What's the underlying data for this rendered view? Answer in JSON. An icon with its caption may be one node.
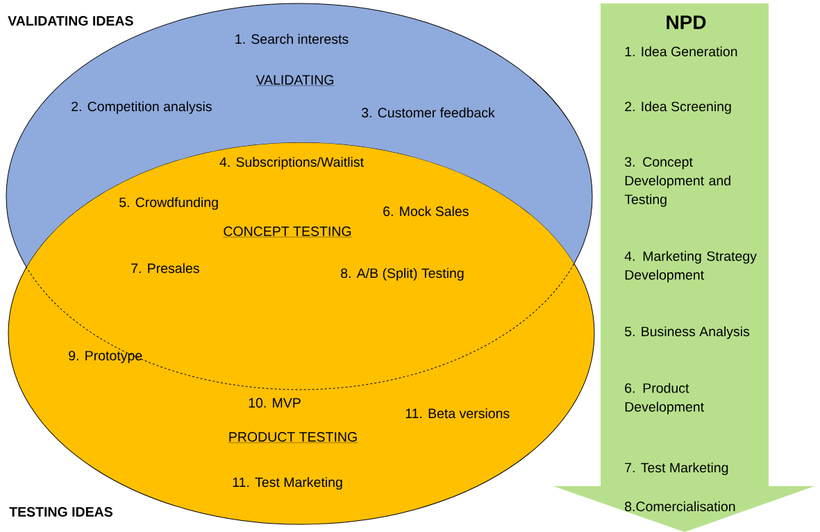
{
  "diagram": {
    "nodes": [
      {
        "text": [
          "1. Search interests",
          "VALIDATING",
          "2. Competition analysis",
          "3. Customer feedback"
        ]
      },
      {
        "text": [
          "9. Prototype",
          "10. MVP",
          "11. Beta versions",
          "PRODUCT TESTING",
          "11. Test Marketing"
        ]
      },
      {
        "text": [
          "4. Subscriptions/Waitlist",
          "5. Crowdfunding",
          "6. Mock Sales",
          "CONCEPT TESTING",
          "7. Presales",
          "8. A/B (Split) Testing"
        ]
      },
      {
        "text": [
          "NPD",
          "1. Idea Generation",
          "2. Idea Screening",
          "3. Concept Development and Testing",
          "4. Marketing Strategy Development",
          "5. Business Analysis",
          "6. Product Development",
          "7. Test Marketing",
          "8.Comercialisation"
        ]
      }
    ],
    "labels": [
      "VALIDATING IDEAS",
      "TESTING IDEAS"
    ]
  }
}
